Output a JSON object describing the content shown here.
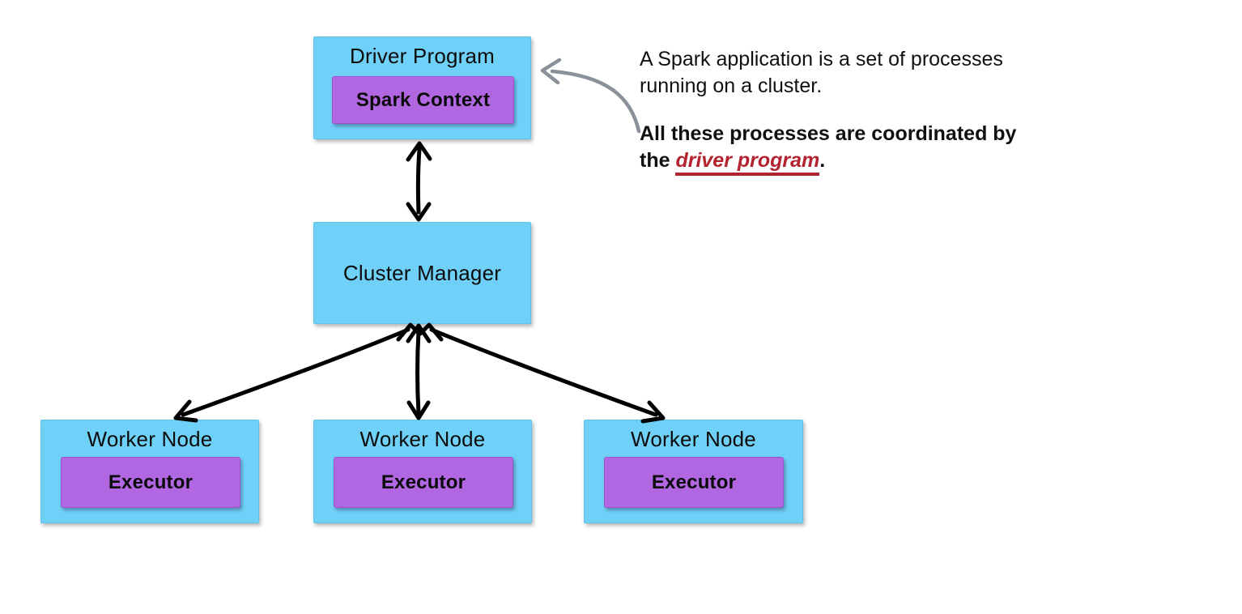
{
  "diagram": {
    "nodes": {
      "driver": {
        "title": "Driver Program",
        "child": "Spark Context"
      },
      "cluster_manager": {
        "title": "Cluster Manager"
      },
      "workers": [
        {
          "title": "Worker Node",
          "child": "Executor"
        },
        {
          "title": "Worker Node",
          "child": "Executor"
        },
        {
          "title": "Worker Node",
          "child": "Executor"
        }
      ]
    },
    "annotation": {
      "para1": "A Spark application is a set of processes\nrunning on a cluster.",
      "para2_prefix": "All these processes are coordinated by\nthe ",
      "para2_highlight": "driver program",
      "para2_suffix": "."
    },
    "colors": {
      "node_fill": "#70d1f8",
      "inner_fill": "#b166e2",
      "arrow": "#000000",
      "annotation_arrow": "#8b919a",
      "highlight_red": "#b2232f",
      "background": "#ffffff"
    }
  }
}
